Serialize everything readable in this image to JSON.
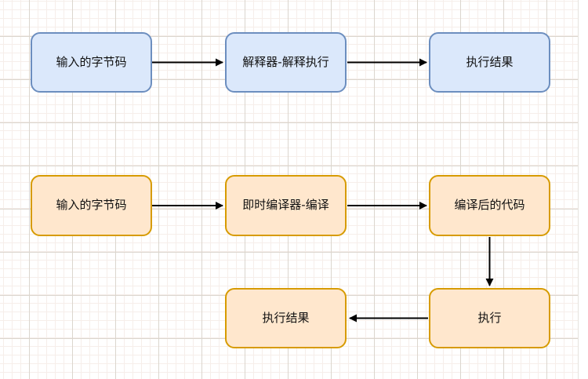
{
  "diagram": {
    "description": "Flowchart comparing interpreter execution and JIT compilation of bytecode",
    "nodes": [
      {
        "id": "interp-input",
        "label": "输入的字节码",
        "style": "blue"
      },
      {
        "id": "interp-exec",
        "label": "解释器-解释执行",
        "style": "blue"
      },
      {
        "id": "interp-result",
        "label": "执行结果",
        "style": "blue"
      },
      {
        "id": "jit-input",
        "label": "输入的字节码",
        "style": "orange"
      },
      {
        "id": "jit-compiler",
        "label": "即时编译器-编译",
        "style": "orange"
      },
      {
        "id": "jit-code",
        "label": "编译后的代码",
        "style": "orange"
      },
      {
        "id": "jit-result",
        "label": "执行结果",
        "style": "orange"
      },
      {
        "id": "jit-exec",
        "label": "执行",
        "style": "orange"
      }
    ],
    "edges": [
      {
        "from": "interp-input",
        "to": "interp-exec",
        "direction": "right"
      },
      {
        "from": "interp-exec",
        "to": "interp-result",
        "direction": "right"
      },
      {
        "from": "jit-input",
        "to": "jit-compiler",
        "direction": "right"
      },
      {
        "from": "jit-compiler",
        "to": "jit-code",
        "direction": "right"
      },
      {
        "from": "jit-code",
        "to": "jit-exec",
        "direction": "down"
      },
      {
        "from": "jit-exec",
        "to": "jit-result",
        "direction": "left"
      }
    ],
    "colors": {
      "blue_fill": "#dbe8fb",
      "blue_border": "#6c8ebf",
      "orange_fill": "#ffe7cd",
      "orange_border": "#d79b00",
      "arrow": "#000000",
      "grid_major": "#dbd6ce",
      "grid_minor": "#f6eeea"
    }
  }
}
